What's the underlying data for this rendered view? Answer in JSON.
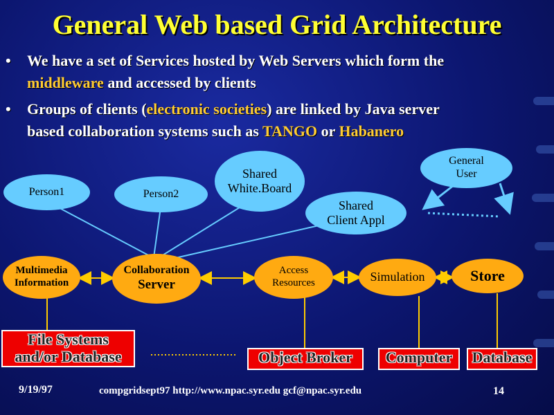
{
  "title": "General Web based Grid Architecture",
  "bullets": [
    {
      "marker": "•",
      "line1_parts": [
        "We have a set of Services hosted by Web Servers which form the"
      ],
      "line2_hl": "middleware",
      "line2_rest": " and accessed by clients"
    },
    {
      "marker": "•",
      "line1_a": "Groups of clients (",
      "line1_hl": "electronic societies",
      "line1_b": ") are linked by Java server",
      "line2_a": "based collaboration systems such as ",
      "line2_hl1": "TANGO",
      "line2_b": " or ",
      "line2_hl2": "Habanero"
    }
  ],
  "nodes": {
    "person1": "Person1",
    "person2": "Person2",
    "whiteboard": [
      "Shared",
      "White.Board"
    ],
    "general_user": [
      "General",
      "User"
    ],
    "client_appl": [
      "Shared",
      "Client Appl"
    ],
    "multimedia": [
      "Multimedia",
      "Information"
    ],
    "collab_server": [
      "Collaboration",
      "Server"
    ],
    "access": [
      "Access",
      "Resources"
    ],
    "simulation": "Simulation",
    "store": "Store"
  },
  "boxes": {
    "file_systems": [
      "File Systems",
      "and/or Database"
    ],
    "object_broker": "Object Broker",
    "computer": "Computer",
    "database": "Database"
  },
  "footer": {
    "date": "9/19/97",
    "center": "compgridsept97  http://www.npac.syr.edu gcf@npac.syr.edu",
    "page": "14"
  },
  "colors": {
    "title": "#ffff33",
    "highlight": "#ffcc33",
    "cyan_node": "#66ccff",
    "orange_node": "#ffaa11",
    "box_red": "#ee0000",
    "line": "#ffcc00"
  }
}
